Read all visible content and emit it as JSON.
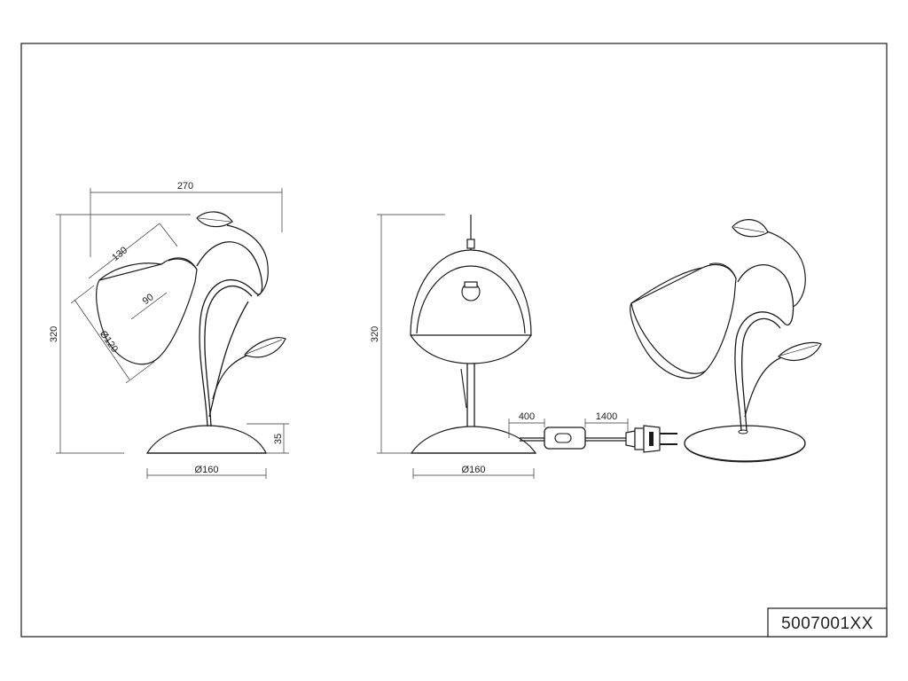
{
  "product_code": "5007001XX",
  "side_view": {
    "width": "270",
    "height": "320",
    "shade_length": "130",
    "shade_depth": "90",
    "shade_diameter": "Ø120",
    "base_height": "35",
    "base_diameter": "Ø160"
  },
  "front_view": {
    "height": "320",
    "base_diameter": "Ø160",
    "cable_to_switch": "400",
    "switch_to_plug": "1400"
  }
}
